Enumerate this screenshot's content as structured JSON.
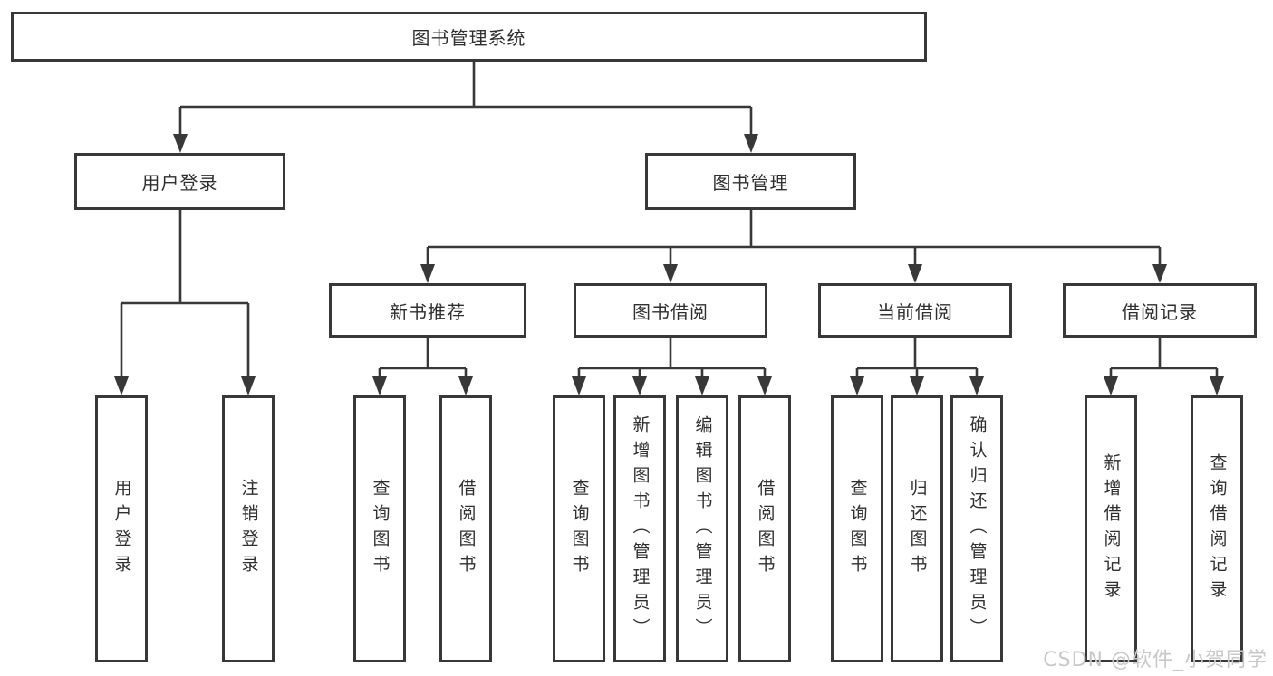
{
  "tree": {
    "root": {
      "label": "图书管理系统"
    },
    "user_login": {
      "label": "用户登录",
      "children": [
        {
          "label": "用户登录"
        },
        {
          "label": "注销登录"
        }
      ]
    },
    "book_management": {
      "label": "图书管理",
      "sections": [
        {
          "label": "新书推荐",
          "children": [
            {
              "label": "查询图书"
            },
            {
              "label": "借阅图书"
            }
          ]
        },
        {
          "label": "图书借阅",
          "children": [
            {
              "label": "查询图书"
            },
            {
              "label": "新增图书（管理员）"
            },
            {
              "label": "编辑图书（管理员）"
            },
            {
              "label": "借阅图书"
            }
          ]
        },
        {
          "label": "当前借阅",
          "children": [
            {
              "label": "查询图书"
            },
            {
              "label": "归还图书"
            },
            {
              "label": "确认归还（管理员）"
            }
          ]
        },
        {
          "label": "借阅记录",
          "children": [
            {
              "label": "新增借阅记录"
            },
            {
              "label": "查询借阅记录"
            }
          ]
        }
      ]
    }
  },
  "watermark": "CSDN @软件_小贺同学",
  "colors": {
    "line": "#383838",
    "text": "#2f2f2f",
    "watermark": "#c8c8c8",
    "background": "#ffffff"
  }
}
